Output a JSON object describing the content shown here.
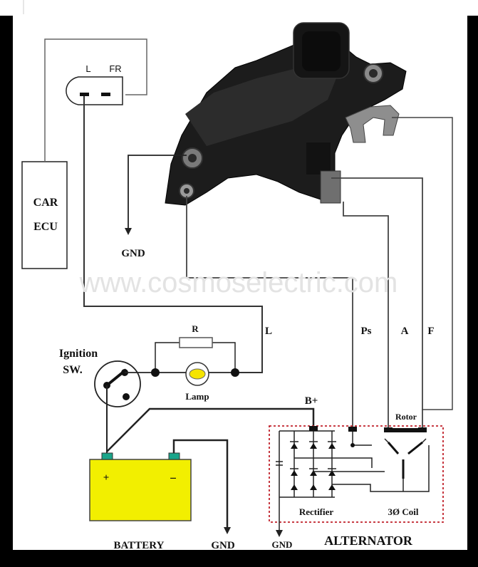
{
  "ecu": {
    "line1": "CAR",
    "line2": "ECU"
  },
  "connector": {
    "pin_l": "L",
    "pin_fr": "FR"
  },
  "regulator": {
    "gnd": "GND"
  },
  "watermark": "www.cosmoselectric.com",
  "wires": {
    "l": "L",
    "ps": "Ps",
    "a": "A",
    "f": "F"
  },
  "ignition": {
    "line1": "Ignition",
    "line2": "SW."
  },
  "resistor": {
    "label": "R"
  },
  "lamp": {
    "label": "Lamp"
  },
  "battery": {
    "plus": "+",
    "minus": "−",
    "label": "BATTERY",
    "gnd": "GND"
  },
  "alternator": {
    "b_plus": "B+",
    "rotor": "Rotor",
    "rectifier": "Rectifier",
    "coil": "3Ø Coil",
    "gnd": "GND",
    "label": "ALTERNATOR"
  },
  "colors": {
    "battery_fill": "#f2ef00",
    "dashed_box": "#c0202a",
    "lamp_bulb": "#f5e400",
    "terminal": "#1aa58a"
  }
}
